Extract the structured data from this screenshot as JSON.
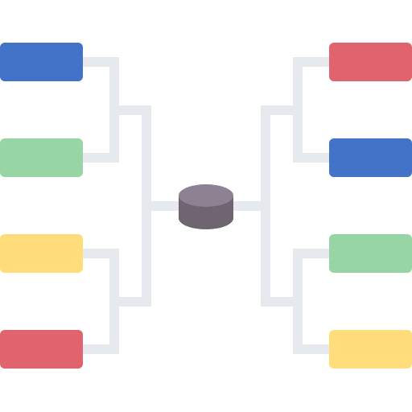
{
  "diagram": {
    "type": "tournament-bracket",
    "connector_color": "#E6E9ED",
    "puck_colors": {
      "top": "#8D8292",
      "side": "#6E6571"
    },
    "left_slots": [
      {
        "name": "left-slot-1",
        "color": "#4273C8"
      },
      {
        "name": "left-slot-2",
        "color": "#97D6A4"
      },
      {
        "name": "left-slot-3",
        "color": "#FFDD7A"
      },
      {
        "name": "left-slot-4",
        "color": "#E0636E"
      }
    ],
    "right_slots": [
      {
        "name": "right-slot-1",
        "color": "#E0636E"
      },
      {
        "name": "right-slot-2",
        "color": "#4273C8"
      },
      {
        "name": "right-slot-3",
        "color": "#97D6A4"
      },
      {
        "name": "right-slot-4",
        "color": "#FFDD7A"
      }
    ]
  }
}
